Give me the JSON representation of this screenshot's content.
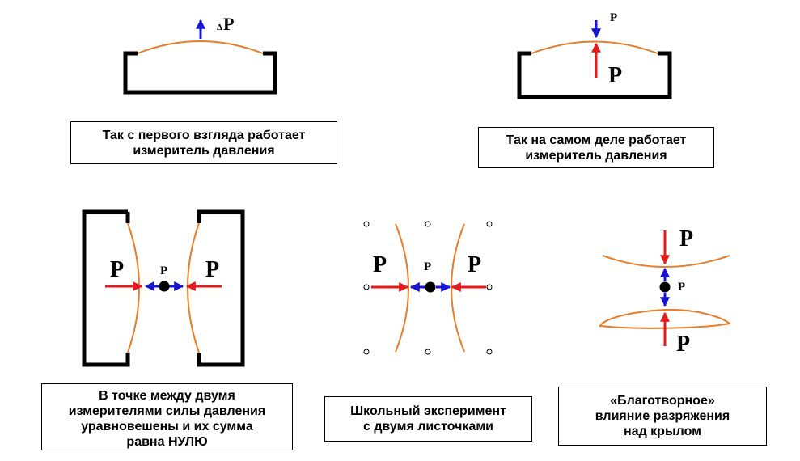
{
  "captions": {
    "top_left": "Так с первого взгляда работает\nизмеритель давления",
    "top_right": "Так на самом деле работает\nизмеритель давления",
    "bottom_left": "В точке между двумя\nизмерителями силы давления\nуравновешены и их сумма\nравна НУЛЮ",
    "bottom_center": "Школьный эксперимент\nс двумя листочками",
    "bottom_right": "«Благотворное»\nвлияние разряжения\nнад крылом"
  },
  "labels": {
    "delta": "Δ",
    "p": "P"
  },
  "colors": {
    "membrane": "#e87d2a",
    "red_arrow": "#e31b1b",
    "blue_arrow": "#1414d4",
    "frame": "#000000"
  }
}
